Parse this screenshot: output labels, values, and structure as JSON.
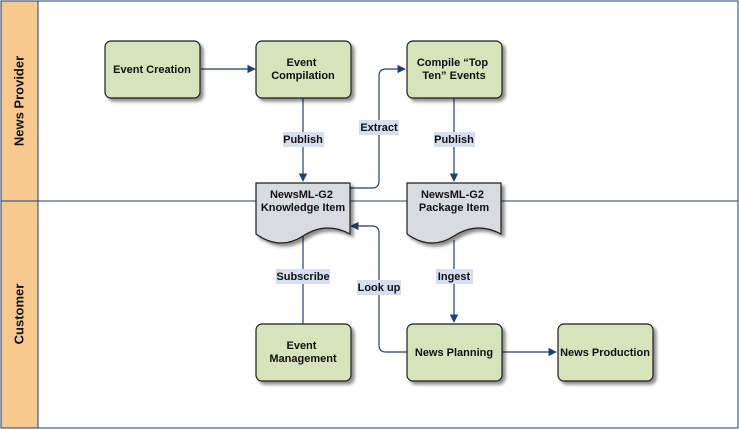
{
  "lanes": [
    {
      "label": "News Provider"
    },
    {
      "label": "Customer"
    }
  ],
  "nodes": {
    "event_creation": {
      "lines": [
        "Event Creation"
      ]
    },
    "event_compilation": {
      "lines": [
        "Event",
        "Compilation"
      ]
    },
    "compile_top_ten": {
      "lines": [
        "Compile “Top",
        "Ten” Events"
      ]
    },
    "knowledge_item": {
      "lines": [
        "NewsML-G2",
        "Knowledge Item"
      ]
    },
    "package_item": {
      "lines": [
        "NewsML-G2",
        "Package Item"
      ]
    },
    "event_management": {
      "lines": [
        "Event",
        "Management"
      ]
    },
    "news_planning": {
      "lines": [
        "News Planning"
      ]
    },
    "news_production": {
      "lines": [
        "News Production"
      ]
    }
  },
  "edge_labels": {
    "publish_1": "Publish",
    "extract": "Extract",
    "publish_2": "Publish",
    "subscribe": "Subscribe",
    "look_up": "Look up",
    "ingest": "Ingest"
  },
  "colors": {
    "lane_label_bg": "#f8c98e",
    "process_fill": "#d6e4bb",
    "process_stroke": "#1e1e1e",
    "document_fill": "#d9dbe0",
    "connector": "#1f3f73",
    "edge_label_bg": "#d5dff0",
    "border": "#1f3f73"
  }
}
